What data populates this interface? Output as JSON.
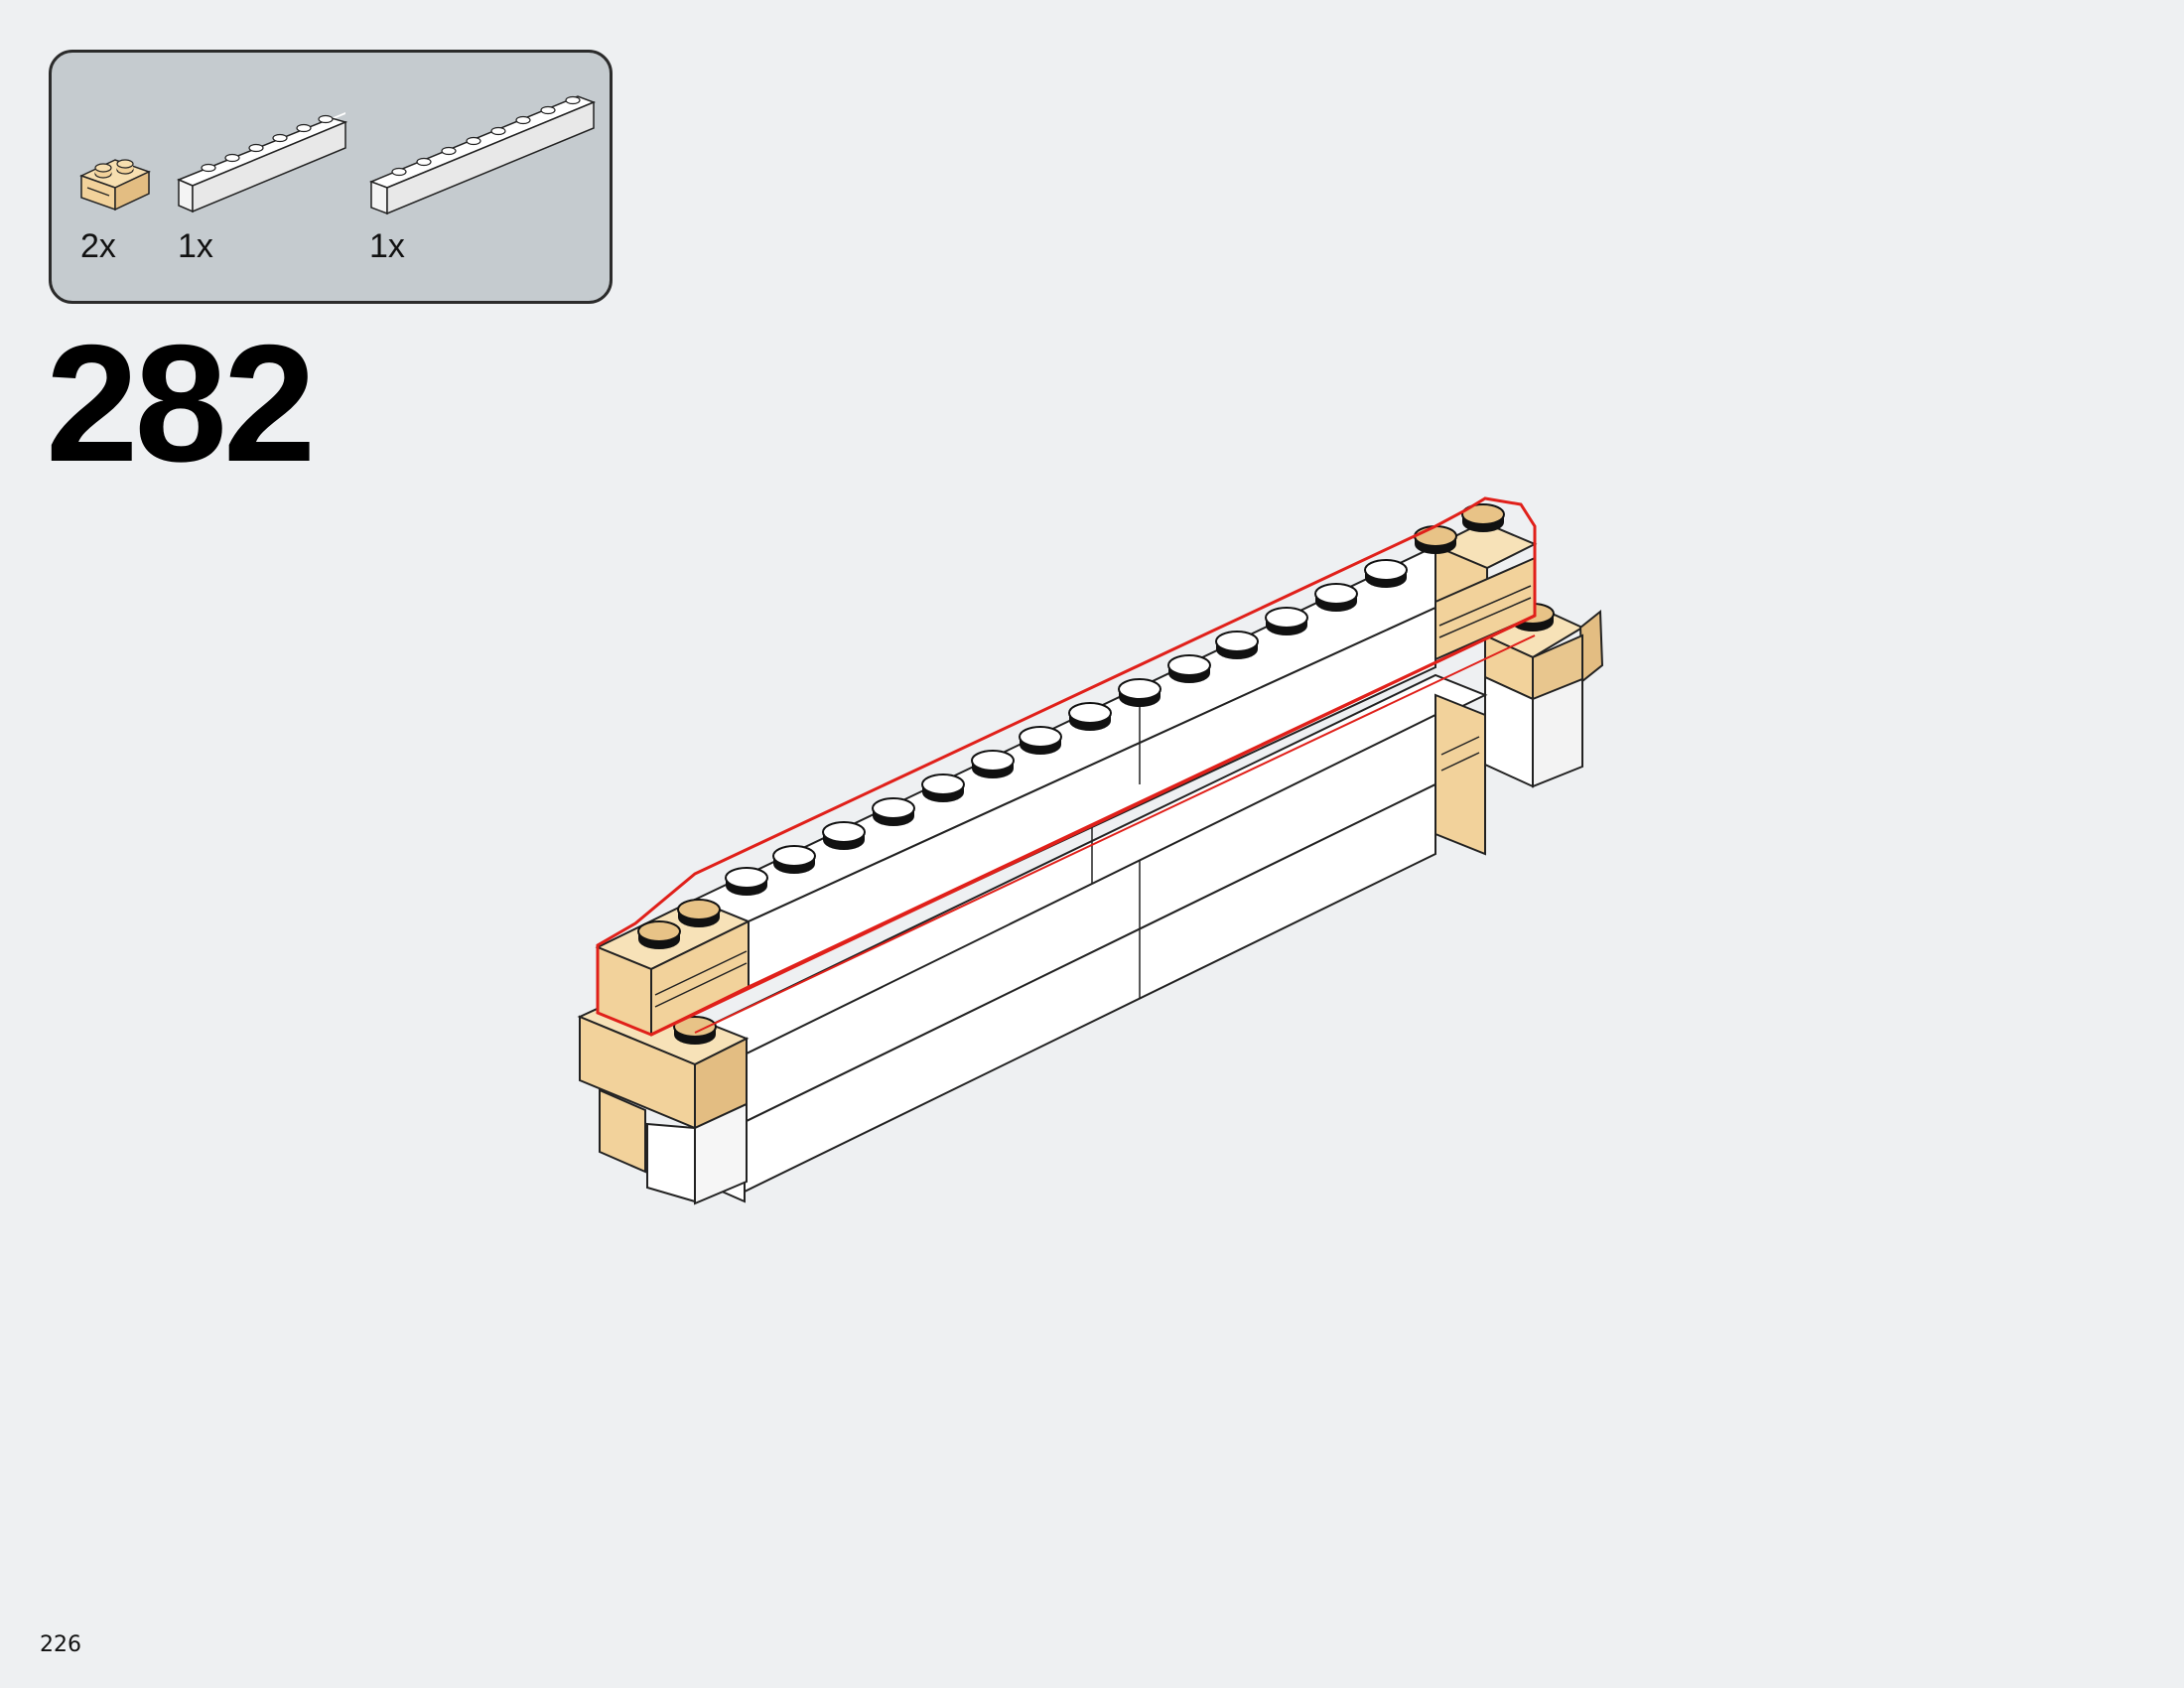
{
  "step": {
    "number": "282"
  },
  "page": {
    "number": "226"
  },
  "parts_callout": {
    "parts": [
      {
        "name": "1x2 tan brick with groove",
        "count": "2x",
        "color": "#f2d29b"
      },
      {
        "name": "1x6 white brick",
        "count": "1x",
        "color": "#ffffff"
      },
      {
        "name": "1x8 white brick",
        "count": "1x",
        "color": "#ffffff"
      }
    ]
  },
  "colors": {
    "background": "#eef0f2",
    "callout_bg": "#c5cbcf",
    "tan": "#f2d29b",
    "tan_shade": "#e3bd82",
    "highlight": "#e0201a",
    "outline": "#222222"
  }
}
